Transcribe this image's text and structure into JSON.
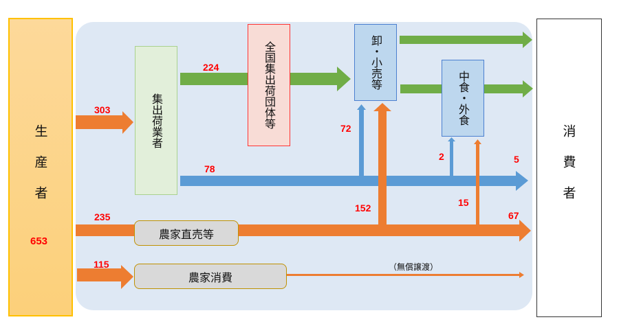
{
  "producer": {
    "label": "生産者",
    "total": "653"
  },
  "consumer": {
    "label": "消費者"
  },
  "nodes": {
    "collector": "集出荷業者",
    "national_org": "全国集出荷団体等",
    "wholesale_retail": "卸・小売等",
    "food_service": "中食・外食",
    "direct_sales": "農家直売等",
    "self_consumption": "農家消費"
  },
  "flows": {
    "to_collector": "303",
    "to_national": "224",
    "collector_blue": "78",
    "to_direct": "235",
    "to_self": "115",
    "blue_to_retail": "72",
    "blue_to_food": "2",
    "blue_to_consumer": "5",
    "orange_to_retail": "152",
    "orange_to_food": "15",
    "orange_to_consumer": "67"
  },
  "free_transfer": "（無償譲渡）",
  "colors": {
    "orange": "#ed7d31",
    "green": "#70ad47",
    "blue": "#5b9bd5",
    "bg": "#dee8f4"
  }
}
